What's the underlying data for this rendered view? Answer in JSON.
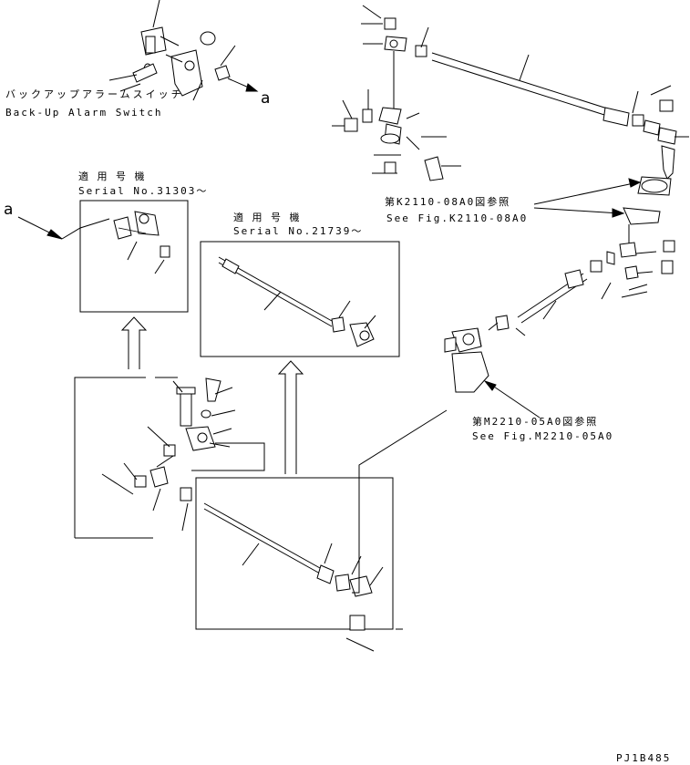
{
  "labels": {
    "backup_switch_jp": "バックアップアラームスイッチ",
    "backup_switch_en": "Back-Up Alarm Switch",
    "ref_a_top": "a",
    "ref_a_left": "a",
    "serial1_jp": "適 用 号 機",
    "serial1_en": "Serial No.31303～",
    "serial2_jp": "適 用 号 機",
    "serial2_en": "Serial No.21739～",
    "seefig1_jp": "第K2110-08A0図参照",
    "seefig1_en": "See Fig.K2110-08A0",
    "seefig2_jp": "第M2210-05A0図参照",
    "seefig2_en": "See Fig.M2210-05A0",
    "drawing_code": "PJ1B485"
  }
}
